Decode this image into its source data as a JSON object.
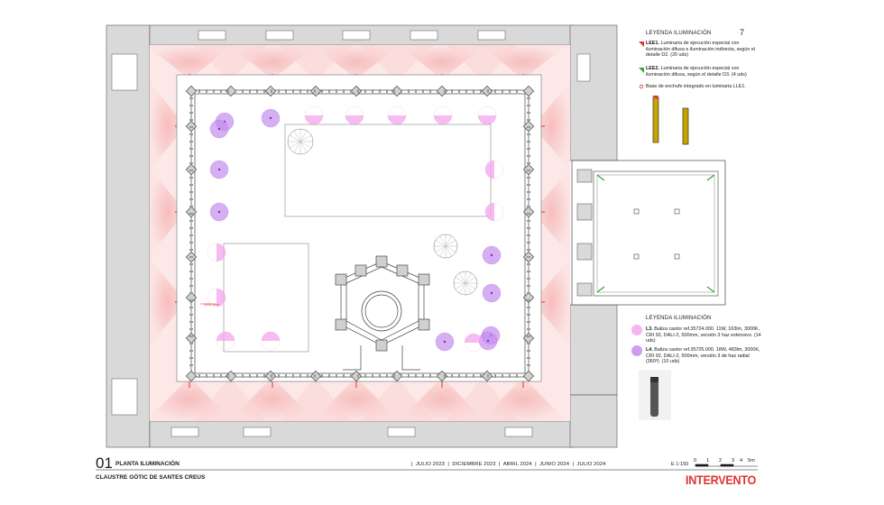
{
  "sheet": {
    "number": "01",
    "title": "PLANTA ILUMINACIÓN",
    "subtitle": "CLAUSTRE GÒTIC DE SANTES CREUS",
    "page_number": "7",
    "dates": [
      "JULIO 2023",
      "DICIEMBRE 2023",
      "ABRIL 2024",
      "JUNIO 2024",
      "JULIO 2024"
    ],
    "scale_label": "E 1:150",
    "scale_ticks": [
      "0",
      "1",
      "2",
      "3",
      "4",
      "5m"
    ],
    "brand": "INTERVENTO"
  },
  "legend_top": {
    "title": "LEYENDA ILUMINACIÓN",
    "items": [
      {
        "code": "LEE1.",
        "text": "Luminaria de ejecución especial con iluminación difusa e iluminación indirecta, según el detalle D2. (20 uds)",
        "color": "#e0342f"
      },
      {
        "code": "LEE2.",
        "text": "Luminaria de ejecución especial con iluminación difusa, según el detalle D3. (4 uds)",
        "color": "#3aa23a"
      },
      {
        "code": "",
        "text": "Base de enchufe integrado en luminaria LLE1.",
        "color": "#e0342f"
      }
    ]
  },
  "legend_bottom": {
    "title": "LEYENDA ILUMINACIÓN",
    "items": [
      {
        "code": "L3.",
        "text": "Baliza castor ref.35724.000. 11W, 163lm, 3000K, CRI 92, DALI-2, 500mm, versión 3 haz extensivo. (14 uds)",
        "color": "#f3a6ee"
      },
      {
        "code": "L4.",
        "text": "Baliza castor ref.35725.000. 18W, 483lm, 3000K, CRI 92, DALI-2, 500mm, versión 3 de haz radial (360º). (10 uds)",
        "color": "#c58cf0"
      }
    ]
  },
  "plan_annotation": "1000 mm",
  "colors": {
    "glow": "#f4a0a0",
    "l3": "#f3a6ee",
    "l4": "#c58cf0",
    "wall": "#d9d9d9",
    "accent": "#e0342f",
    "green": "#3aa23a"
  }
}
